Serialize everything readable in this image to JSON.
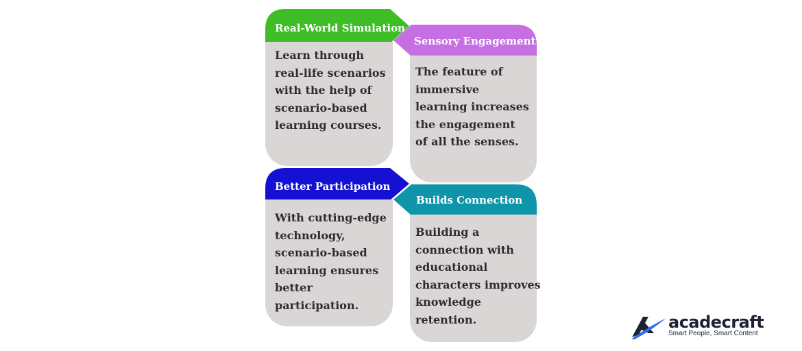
{
  "cards": [
    {
      "title": "Real-World Simulation",
      "text": "Learn through real-life scenarios with the help of scenario-based learning courses.",
      "color": "#3ebd26"
    },
    {
      "title": "Sensory Engagement",
      "text": "The feature of immersive learning increases the engagement of all the senses.",
      "color": "#c66fe3"
    },
    {
      "title": "Better Participation",
      "text": "With cutting-edge technology, scenario-based learning ensures better participation.",
      "color": "#1511d3"
    },
    {
      "title": "Builds Connection",
      "text": "Building a connection with educational characters improves knowledge retention.",
      "color": "#0e95aa"
    }
  ],
  "logo": {
    "brand": "acadecraft",
    "tagline": "Smart People, Smart Content",
    "colors": {
      "navy": "#1e2233",
      "blue": "#2a6cf0"
    }
  }
}
